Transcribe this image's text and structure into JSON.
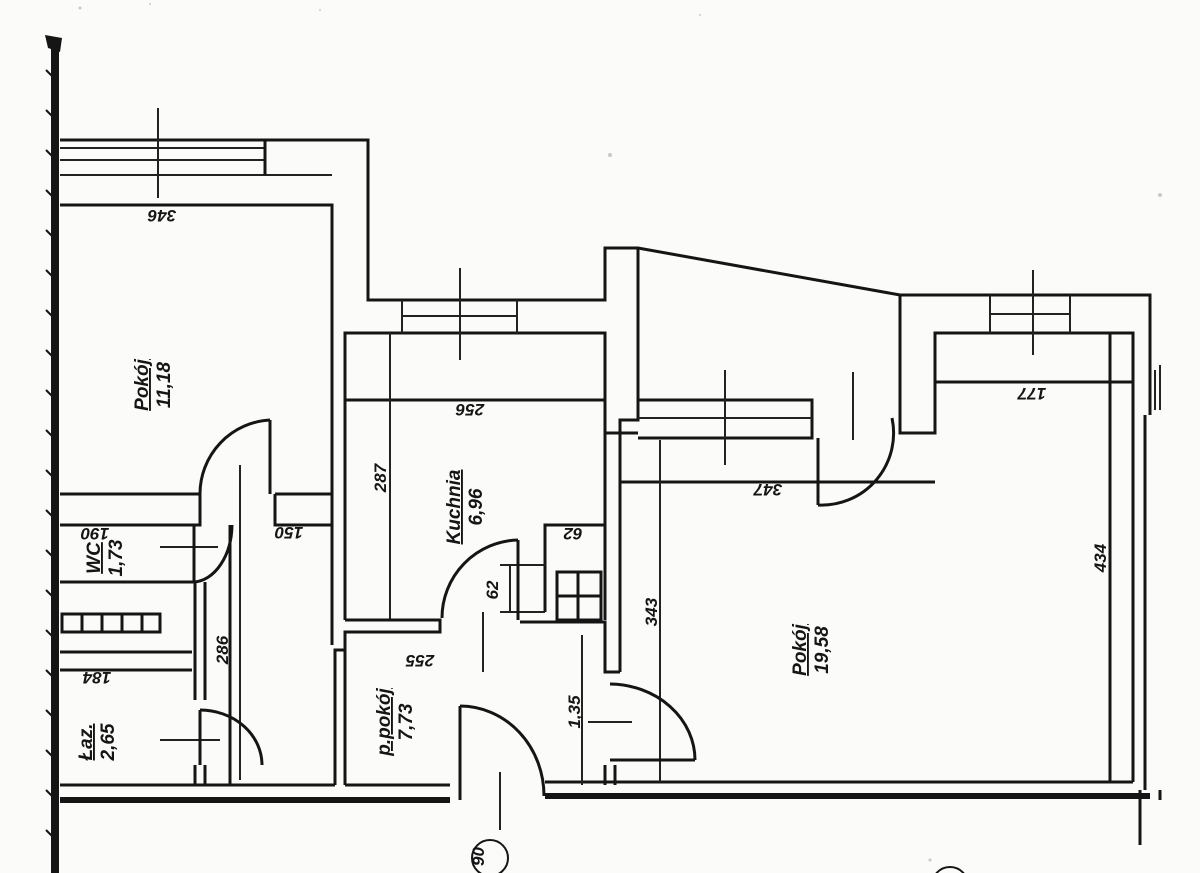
{
  "rooms": {
    "pokoj_top": {
      "name": "Pokój",
      "area": "11,18"
    },
    "wc": {
      "name": "WC",
      "area": "1,73"
    },
    "lazienka": {
      "name": "Łaz.",
      "area": "2,65"
    },
    "przedpokoj": {
      "name": "p.pokój",
      "area": "7,73"
    },
    "kuchnia": {
      "name": "Kuchnia",
      "area": "6,96"
    },
    "pokoj_big": {
      "name": "Pokój",
      "area": "19,58"
    }
  },
  "dimensions": {
    "d346": "346",
    "d256": "256",
    "d287": "287",
    "d150": "150",
    "d190": "190",
    "d286": "286",
    "d184": "184",
    "d255": "255",
    "d62a": "62",
    "d62b": "62",
    "d135": "1,35",
    "d343": "343",
    "d347": "347",
    "d177": "177",
    "d434": "434"
  },
  "markers": {
    "axis_label": "90"
  },
  "colors": {
    "ink": "#151515",
    "paper": "#fbfbf9"
  }
}
